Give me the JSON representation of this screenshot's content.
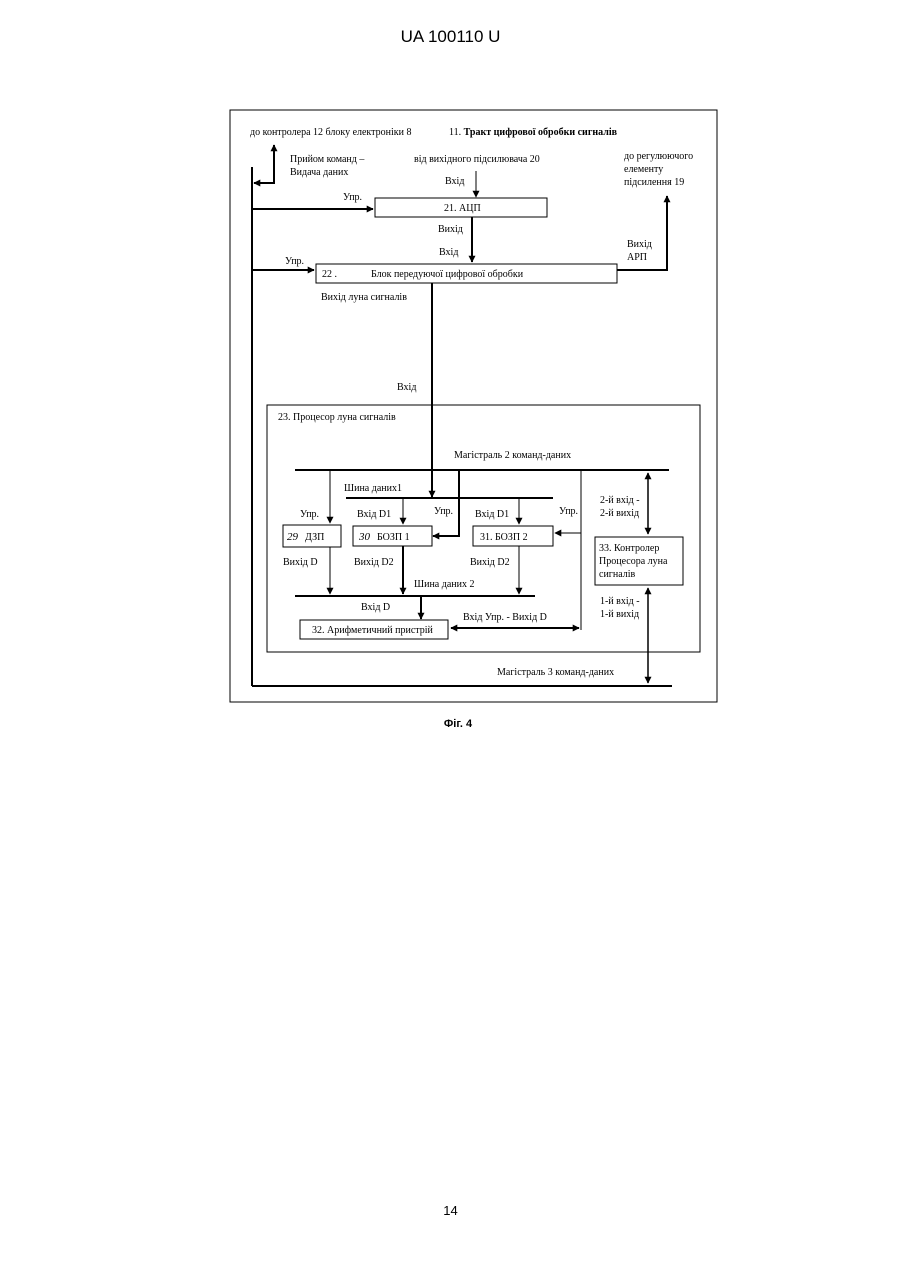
{
  "header": {
    "doc_number": "UA   100110   U"
  },
  "footer": {
    "page_number": "14"
  },
  "diagram": {
    "to_controller": "до контролера 12 блоку електроніки 8",
    "tract_title_num": "11.",
    "tract_title": "Тракт цифрової обробки сигналів",
    "cmd_rx_line1": "Прийом команд –",
    "cmd_rx_line2": "Видача даних",
    "from_amp": "від вихідного підсилювача 20",
    "to_reg_line1": "до регулюючого",
    "to_reg_line2": "елементу",
    "to_reg_line3": "підсилення 19",
    "input_adc": "Вхід",
    "ctrl_adc": "Упр.",
    "adc_label": "21. АЦП",
    "output_adc": "Вихід",
    "input_block22": "Вхід",
    "ctrl_block22": "Упр.",
    "block22_num": "22 .",
    "block22_label": "Блок передуючої цифрової обробки",
    "agc_out_line1": "Вихід",
    "agc_out_line2": "АРП",
    "echo_out": "Вихід  луна сигналів",
    "proc_input": "Вхід",
    "proc_title": "23.  Процесор луна сигналів",
    "bus2": "Магістраль 2  команд-даних",
    "data_bus1": "Шина даних1",
    "ctrl_dzp": "Упр.",
    "input_d1_bozp1": "Вхід D1",
    "ctrl_bozp1": "Упр.",
    "input_d1_bozp2": "Вхід D1",
    "ctrl_bozp2": "Упр.",
    "dzp_num": "29",
    "dzp_label": "ДЗП",
    "bozp1_num": "30",
    "bozp1_label": "БОЗП 1",
    "bozp2_label": "31. БОЗП 2",
    "ctrl33_line1": "33.  Контролер",
    "ctrl33_line2": "Процесора  луна",
    "ctrl33_line3": "сигналів",
    "in2_out2_line1": "2-й вхід -",
    "in2_out2_line2": "2-й вихід",
    "out_d_dzp": "Вихід  D",
    "out_d2_bozp1": "Вихід D2",
    "out_d2_bozp2": "Вихід D2",
    "data_bus2": "Шина даних 2",
    "input_d_alu": "Вхід D",
    "alu_label": "32.  Арифметичний пристрій",
    "alu_io": "Вхід  Упр. - Вихід  D",
    "in1_out1_line1": "1-й вхід -",
    "in1_out1_line2": "1-й вихід",
    "bus3": "Магістраль 3 команд-даних",
    "fig": "Фіг. 4"
  }
}
